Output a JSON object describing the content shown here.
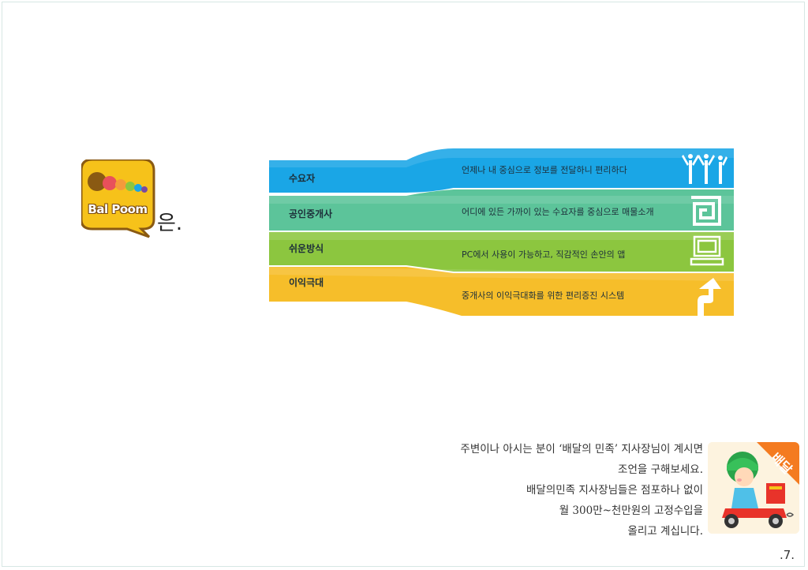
{
  "logo": {
    "brand_text": "Bal Poom",
    "suffix": "은."
  },
  "features": [
    {
      "label": "수요자",
      "description": "언제나 내 중심으로 정보를 전달하니 편리하다",
      "icon": "people-icon",
      "color": "#1aa6e6"
    },
    {
      "label": "공인중개사",
      "description": "어디에 있든 가까이 있는 수요자를 중심으로 매물소개",
      "icon": "square-spiral-icon",
      "color": "#5cc49a"
    },
    {
      "label": "쉬운방식",
      "description": "PC에서 사용이 가능하고, 직감적인 손안의 앱",
      "icon": "computer-icon",
      "color": "#8cc63f"
    },
    {
      "label": "이익극대",
      "description": "중개사의 이익극대화를 위한 편리증진 시스템",
      "icon": "arrow-up-icon",
      "color": "#f6be2a"
    }
  ],
  "quote": {
    "lines": [
      "주변이나 아시는 분이 ‘배달의 민족’ 지사장님이 계시면",
      "조언을 구해보세요.",
      "배달의민족 지사장님들은 점포하나 없이",
      "월 300만~천만원의 고정수입을",
      "올리고 계십니다."
    ],
    "badge": "배달"
  },
  "page_number": ".7."
}
